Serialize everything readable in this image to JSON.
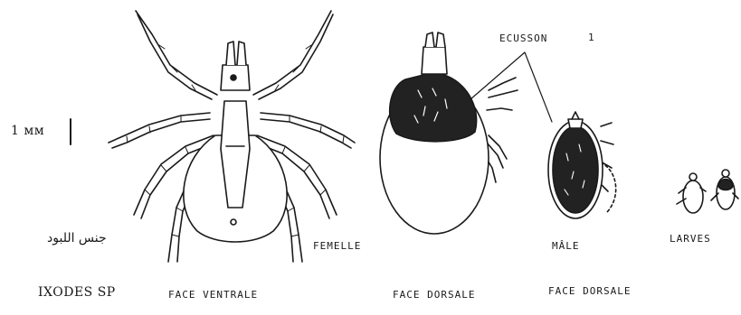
{
  "labels": {
    "scale": "1 мм",
    "arabic_genus": "جنس اللبود",
    "genus": "IXODES SP",
    "female_view": "FACE VENTRALE",
    "female": "FEMELLE",
    "dorsal_female": "FACE DORSALE",
    "male": "MÂLE",
    "dorsal_male": "FACE DORSALE",
    "larvae": "LARVES",
    "scutum": "ECUSSON",
    "scutum_mark": "1"
  },
  "colors": {
    "ink": "#1a1a1a",
    "scutum_fill": "#222222",
    "paper": "#ffffff"
  }
}
